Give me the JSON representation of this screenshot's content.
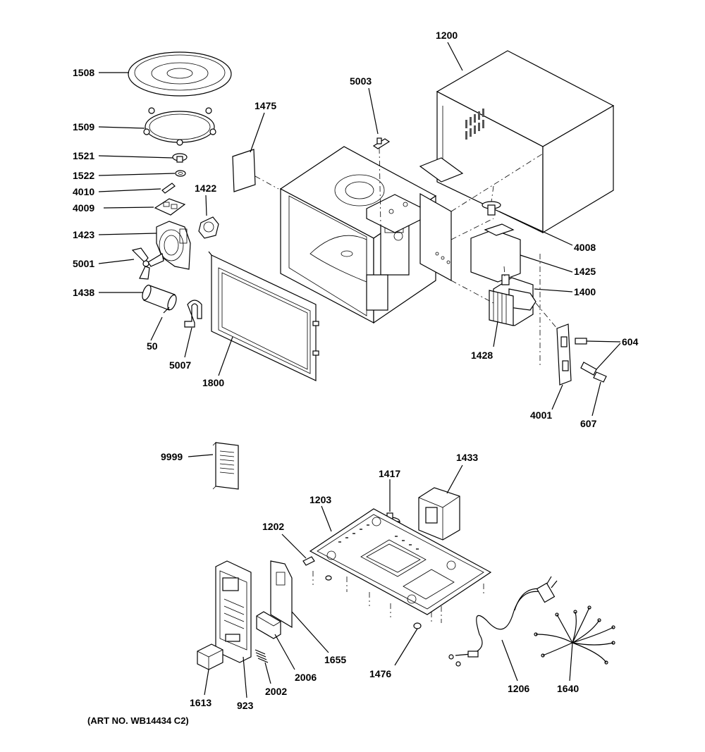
{
  "labels": {
    "p1508": "1508",
    "p1509": "1509",
    "p1521": "1521",
    "p1522": "1522",
    "p4010": "4010",
    "p4009": "4009",
    "p1423": "1423",
    "p5001": "5001",
    "p1438": "1438",
    "p50": "50",
    "p5007": "5007",
    "p1422": "1422",
    "p1800": "1800",
    "p1475": "1475",
    "p5003": "5003",
    "p1200": "1200",
    "p4008": "4008",
    "p1425": "1425",
    "p1400": "1400",
    "p1428": "1428",
    "p604": "604",
    "p4001": "4001",
    "p607": "607",
    "p9999": "9999",
    "p1433": "1433",
    "p1417": "1417",
    "p1203": "1203",
    "p1202": "1202",
    "p1655": "1655",
    "p2006": "2006",
    "p2002": "2002",
    "p923": "923",
    "p1613": "1613",
    "p1476": "1476",
    "p1206": "1206",
    "p1640": "1640"
  },
  "art_number": "(ART NO. WB14434 C2)"
}
